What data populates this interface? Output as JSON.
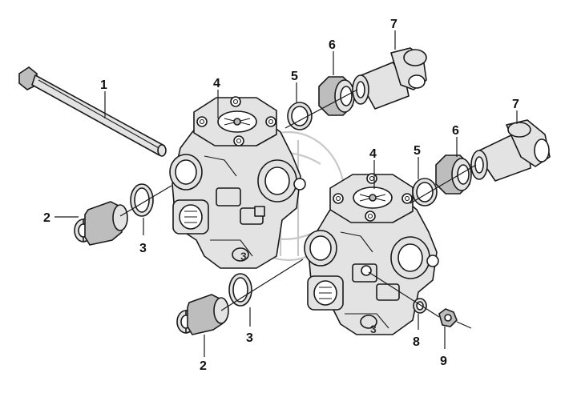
{
  "labels": {
    "rod": "1",
    "fitting_left": "2",
    "oring_left": "3",
    "valve_cover_left": "4",
    "seal_left": "5",
    "nut_left": "6",
    "elbow_left": "7",
    "fitting_bottom": "2",
    "oring_bottom": "3",
    "valve_cover_right": "4",
    "seal_right": "5",
    "nut_right": "6",
    "elbow_right": "7",
    "washer": "8",
    "hex_nut": "9",
    "body_mark_left": "3",
    "body_mark_right": "3"
  }
}
